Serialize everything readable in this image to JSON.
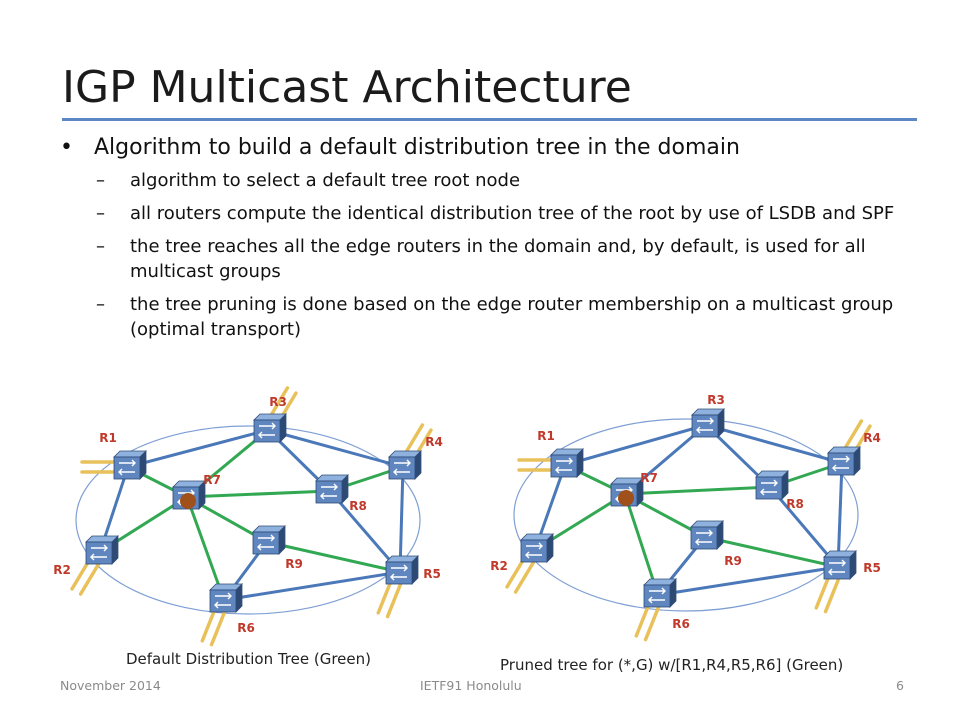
{
  "slide": {
    "title": "IGP Multicast Architecture",
    "bullet": "Algorithm to build a default distribution tree in the domain",
    "subbullets": [
      "algorithm to select a default tree root node",
      "all routers compute the identical distribution tree of the root by use of LSDB and SPF",
      "the tree reaches all the edge routers in the domain and, by default, is used for all multicast groups",
      "the tree pruning is done based on the edge router membership on a multicast group (optimal transport)"
    ]
  },
  "diagram_left": {
    "caption": "Default Distribution Tree (Green)",
    "routers": [
      "R1",
      "R2",
      "R3",
      "R4",
      "R5",
      "R6",
      "R7",
      "R8",
      "R9"
    ]
  },
  "diagram_right": {
    "caption": "Pruned tree for (*,G)  w/[R1,R4,R5,R6]  (Green)",
    "routers": [
      "R1",
      "R2",
      "R3",
      "R4",
      "R5",
      "R6",
      "R7",
      "R8",
      "R9"
    ]
  },
  "colors": {
    "tree_link": "#33a853",
    "other_link": "#4a78b8",
    "root_marker": "#a0501a",
    "label": "#c0392b",
    "host_line": "#e9c15a"
  },
  "footer": {
    "date": "November 2014",
    "event": "IETF91  Honolulu",
    "page": "6"
  }
}
